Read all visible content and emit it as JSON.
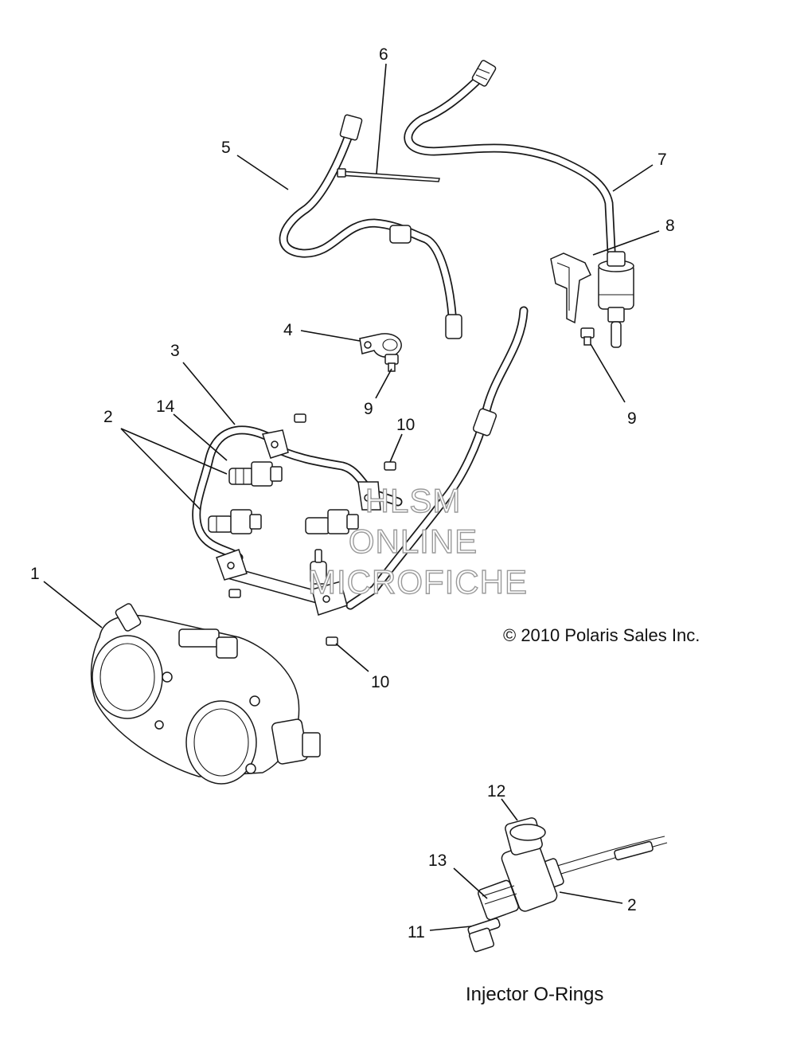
{
  "callouts": [
    {
      "id": "1",
      "label": "1"
    },
    {
      "id": "2a",
      "label": "2"
    },
    {
      "id": "2b",
      "label": "2"
    },
    {
      "id": "3",
      "label": "3"
    },
    {
      "id": "4",
      "label": "4"
    },
    {
      "id": "5",
      "label": "5"
    },
    {
      "id": "6",
      "label": "6"
    },
    {
      "id": "7",
      "label": "7"
    },
    {
      "id": "8",
      "label": "8"
    },
    {
      "id": "9a",
      "label": "9"
    },
    {
      "id": "9b",
      "label": "9"
    },
    {
      "id": "10a",
      "label": "10"
    },
    {
      "id": "10b",
      "label": "10"
    },
    {
      "id": "11",
      "label": "11"
    },
    {
      "id": "12",
      "label": "12"
    },
    {
      "id": "13",
      "label": "13"
    },
    {
      "id": "14",
      "label": "14"
    }
  ],
  "watermark": {
    "line1": "HLSM",
    "line2": "ONLINE",
    "line3": "MICROFICHE"
  },
  "copyright": "© 2010 Polaris Sales Inc.",
  "detail_caption": "Injector O-Rings",
  "colors": {
    "ink": "#1a1a1a",
    "watermark": "#9a9a9a",
    "background": "#ffffff"
  }
}
